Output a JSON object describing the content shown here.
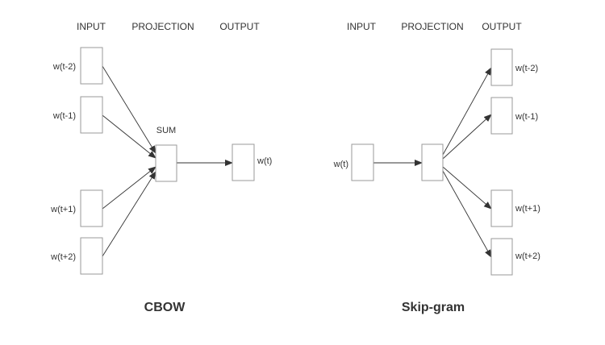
{
  "cbow": {
    "headers": {
      "input": "INPUT",
      "projection": "PROJECTION",
      "output": "OUTPUT"
    },
    "inputs": [
      "w(t-2)",
      "w(t-1)",
      "w(t+1)",
      "w(t+2)"
    ],
    "projection_label": "SUM",
    "output": "w(t)",
    "title": "CBOW"
  },
  "skipgram": {
    "headers": {
      "input": "INPUT",
      "projection": "PROJECTION",
      "output": "OUTPUT"
    },
    "input": "w(t)",
    "outputs": [
      "w(t-2)",
      "w(t-1)",
      "w(t+1)",
      "w(t+2)"
    ],
    "title": "Skip-gram"
  },
  "colors": {
    "text": "#333333",
    "box_stroke": "#9a9a9a",
    "arrow": "#333333"
  }
}
